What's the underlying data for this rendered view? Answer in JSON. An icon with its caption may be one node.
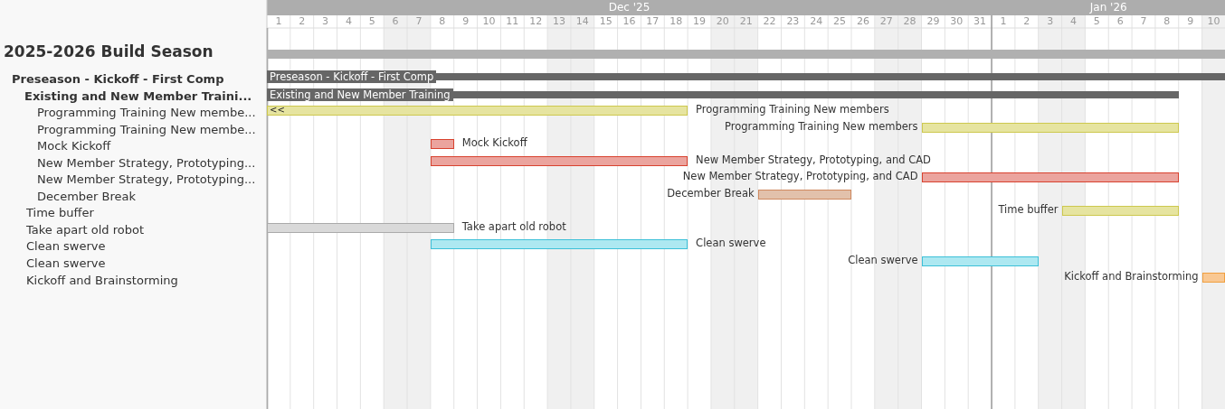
{
  "diagram": {
    "nodes": [
      {
        "text": [],
        "shape": "bar"
      },
      {
        "text": [
          "Preseason - Kickoff - First Comp"
        ]
      },
      {
        "text": [
          "Existing and New Member Training"
        ]
      },
      {
        "text": [
          "<<"
        ],
        "beside": [
          "Programming Training New members"
        ]
      },
      {
        "text": [],
        "shape": "bar",
        "beside": [
          "Programming Training New members"
        ]
      },
      {
        "text": [],
        "shape": "bar",
        "beside": [
          "Mock Kickoff"
        ]
      },
      {
        "text": [],
        "shape": "bar",
        "beside": [
          "New Member Strategy, Prototyping, and CAD"
        ]
      },
      {
        "text": [],
        "shape": "bar",
        "beside": [
          "New Member Strategy, Prototyping, and CAD"
        ]
      },
      {
        "text": [],
        "shape": "bar",
        "beside": [
          "December Break"
        ]
      },
      {
        "text": [],
        "shape": "bar",
        "beside": [
          "Time buffer"
        ]
      },
      {
        "text": [],
        "shape": "bar",
        "beside": [
          "Take apart old robot"
        ]
      },
      {
        "text": [],
        "shape": "bar",
        "beside": [
          "Clean swerve"
        ]
      },
      {
        "text": [],
        "shape": "bar",
        "beside": [
          "Clean swerve"
        ]
      },
      {
        "text": [],
        "shape": "bar",
        "beside": [
          "Kickoff and Brainstorming"
        ]
      }
    ],
    "labels": [
      "Dec '25",
      "Jan '26",
      "1",
      "2",
      "3",
      "4",
      "5",
      "6",
      "7",
      "8",
      "9",
      "10",
      "11",
      "12",
      "13",
      "14",
      "15",
      "16",
      "17",
      "18",
      "19",
      "20",
      "21",
      "22",
      "23",
      "24",
      "25",
      "26",
      "27",
      "28",
      "29",
      "30",
      "31",
      "1",
      "2",
      "3",
      "4",
      "5",
      "6",
      "7",
      "8",
      "9",
      "10",
      "2025-2026 Build Season",
      "Preseason - Kickoff - First Comp",
      "Existing and New Member Traini...",
      "Programming Training New membe...",
      "Programming Training New membe...",
      "Mock Kickoff",
      "New Member Strategy, Prototyping...",
      "New Member Strategy, Prototyping...",
      "December Break",
      "Time buffer",
      "Take apart old robot",
      "Clean swerve",
      "Clean swerve",
      "Kickoff and Brainstorming"
    ]
  }
}
